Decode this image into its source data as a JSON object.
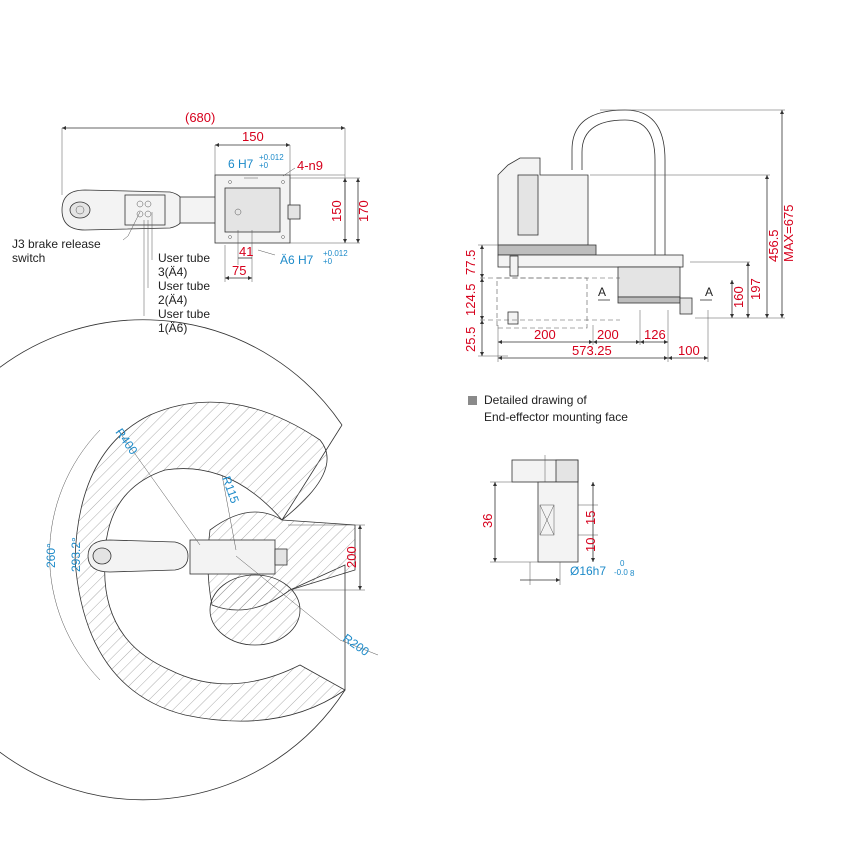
{
  "top_view": {
    "dim_overall": "(680)",
    "dim_150_top": "150",
    "dim_6h7": "6 H7",
    "dim_6h7_tol_upper": "+0.012",
    "dim_6h7_tol_lower": "+0",
    "dim_4n9": "4-n9",
    "dim_150_right": "150",
    "dim_170": "170",
    "dim_41": "41",
    "dim_75": "75",
    "dim_a6h7": "Ä6 H7",
    "dim_a6h7_tol_upper": "+0.012",
    "dim_a6h7_tol_lower": "+0",
    "label_j3_line1": "J3 brake release",
    "label_j3_line2": "switch",
    "label_tube3_line1": "User tube",
    "label_tube3_line2": "3(Ä4)",
    "label_tube2_line1": "User tube",
    "label_tube2_line2": "2(Ä4)",
    "label_tube1_line1": "User tube",
    "label_tube1_line2": "1(Ä6)"
  },
  "side_view": {
    "dim_max675": "MAX=675",
    "dim_456_5": "456.5",
    "dim_197": "197",
    "dim_160": "160",
    "dim_77_5": "77.5",
    "dim_124_5": "124.5",
    "dim_25_5": "25.5",
    "dim_200_a": "200",
    "dim_200_b": "200",
    "dim_126": "126",
    "dim_573_25": "573.25",
    "dim_100": "100",
    "section_a_left": "A",
    "section_a_right": "A"
  },
  "workspace_view": {
    "dim_r400": "R400",
    "dim_r115": "R115",
    "dim_r200": "R200",
    "dim_260deg": "260°",
    "dim_293deg": "293.2°",
    "dim_200": "200"
  },
  "detail_view": {
    "title_line1": "Detailed drawing of",
    "title_line2": "End-effector mounting face",
    "dim_36": "36",
    "dim_15": "15",
    "dim_10": "10",
    "dim_phi16": "Ø16h7",
    "dim_phi16_tol_upper": "0",
    "dim_phi16_tol_lower": "-0.0",
    "dim_phi16_suffix": "8"
  }
}
